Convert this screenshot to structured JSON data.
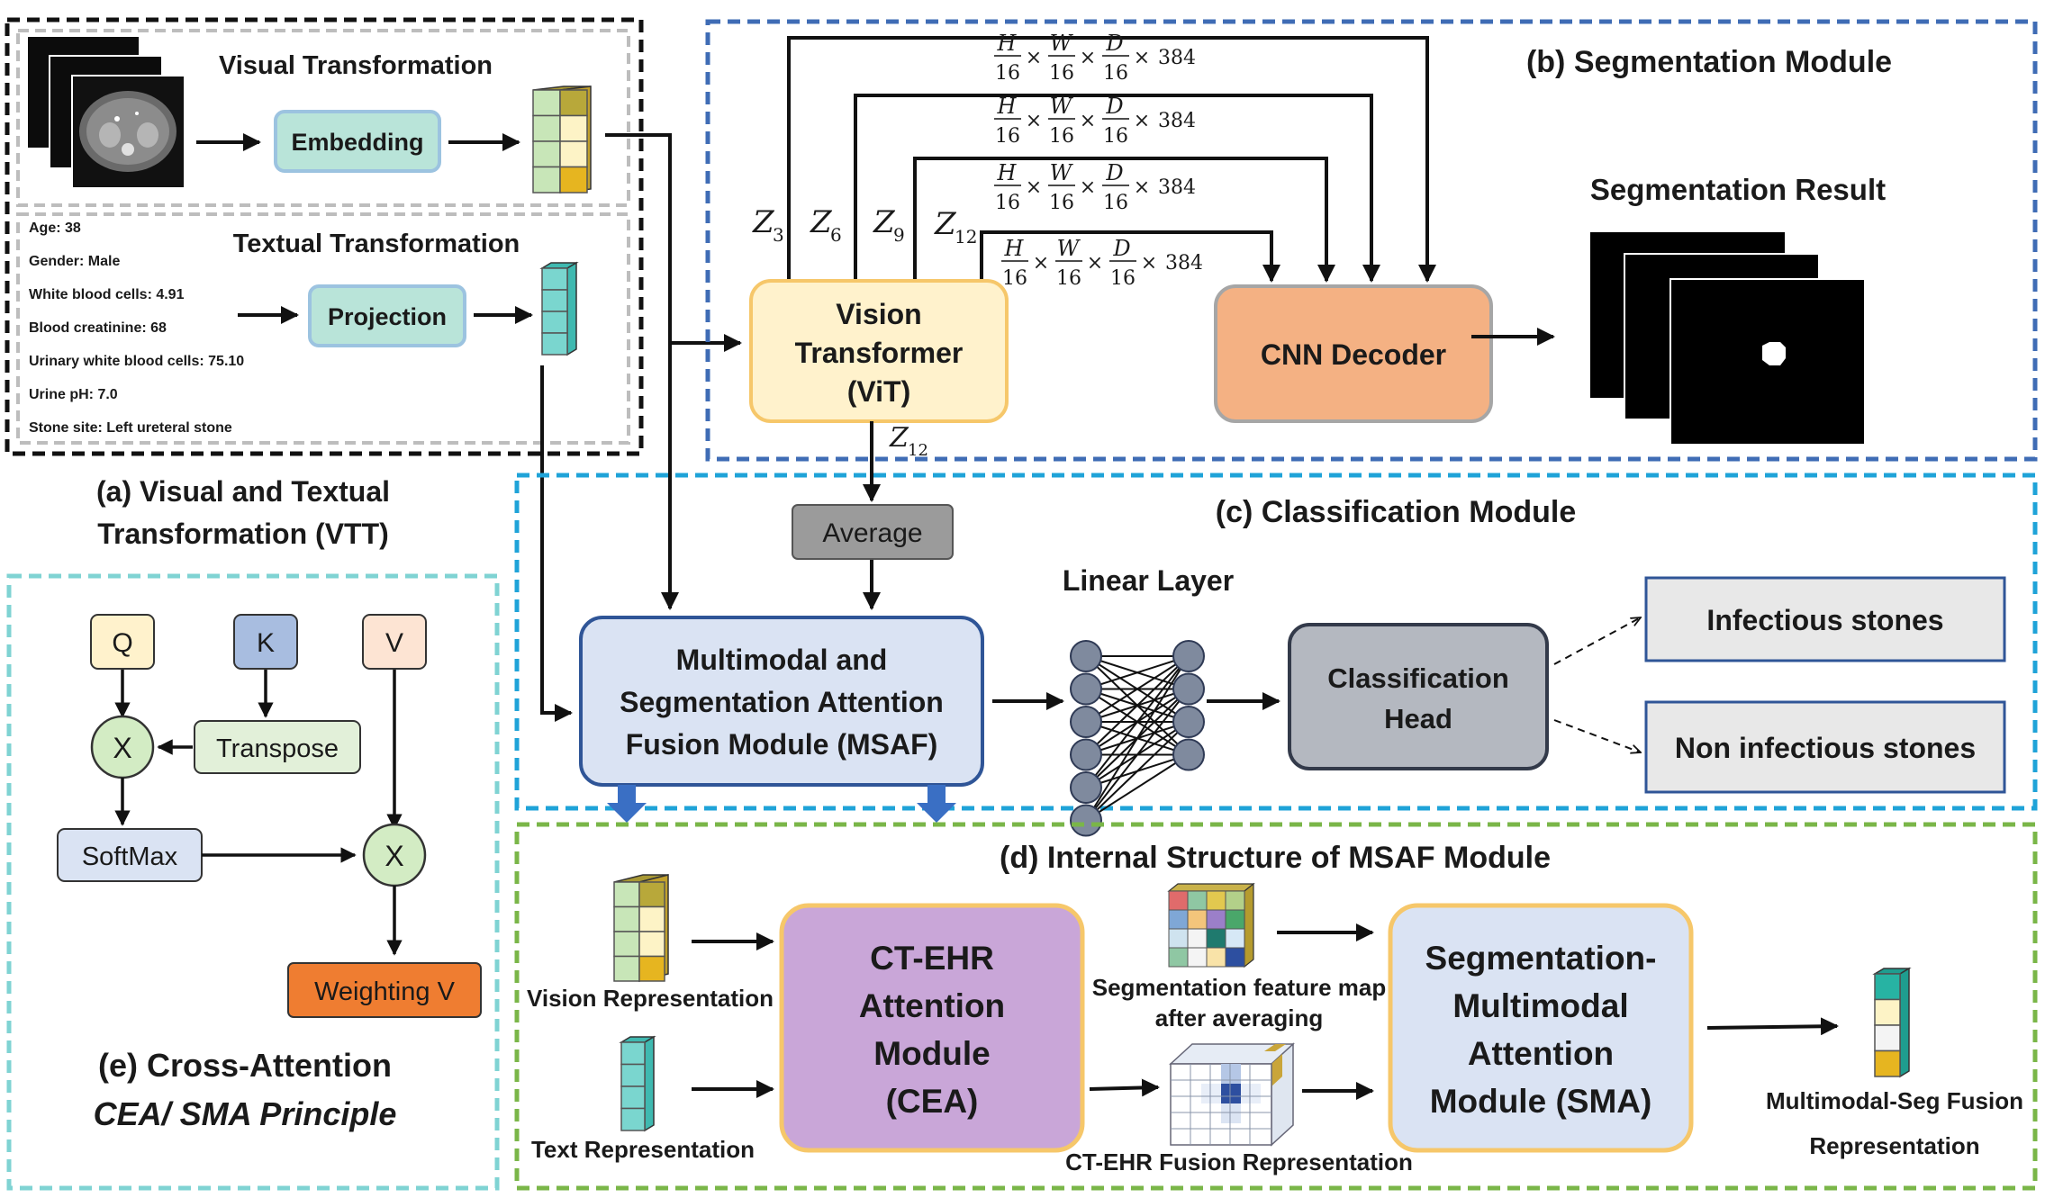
{
  "panel_a": {
    "visual_title": "Visual  Transformation",
    "embedding": "Embedding",
    "textual_title": "Textual Transformation",
    "projection": "Projection",
    "ehr_lines": [
      "Age: 38",
      "Gender: Male",
      "White blood cells: 4.91",
      "Blood creatinine: 68",
      "Urinary white blood cells: 75.10",
      "Urine pH: 7.0",
      "Stone site: Left ureteral stone"
    ],
    "caption_line1": "(a) Visual and Textual",
    "caption_line2": "Transformation (VTT)"
  },
  "panel_b": {
    "title": "(b) Segmentation Module",
    "vit_line1": "Vision",
    "vit_line2": "Transformer",
    "vit_line3": "(ViT)",
    "decoder": "CNN Decoder",
    "result_title": "Segmentation Result",
    "z_labels": [
      "Z",
      "Z",
      "Z",
      "Z"
    ],
    "z_subs": [
      "3",
      "6",
      "9",
      "12"
    ],
    "z_out": "Z",
    "z_out_sub": "12",
    "dim_vars": [
      "H",
      "W",
      "D"
    ],
    "dim_den": "16",
    "dim_times": "×",
    "dim_channels": "384"
  },
  "panel_c": {
    "title": "(c) Classification Module",
    "average": "Average",
    "msaf_line1": "Multimodal and",
    "msaf_line2": "Segmentation Attention",
    "msaf_line3": "Fusion Module (MSAF)",
    "linear": "Linear Layer",
    "head_line1": "Classification",
    "head_line2": "Head",
    "out1": "Infectious stones",
    "out2": "Non infectious stones"
  },
  "panel_d": {
    "title": "(d) Internal Structure of MSAF Module",
    "vision_rep": "Vision Representation",
    "text_rep": "Text Representation",
    "cea_line1": "CT-EHR",
    "cea_line2": "Attention",
    "cea_line3": "Module",
    "cea_line4": "(CEA)",
    "seg_map_line1": "Segmentation feature map",
    "seg_map_line2": "after averaging",
    "fusion_rep": "CT-EHR Fusion Representation",
    "sma_line1": "Segmentation-",
    "sma_line2": "Multimodal",
    "sma_line3": "Attention",
    "sma_line4": "Module (SMA)",
    "out_line1": "Multimodal-Seg Fusion",
    "out_line2": "Representation"
  },
  "panel_e": {
    "q": "Q",
    "k": "K",
    "v": "V",
    "x": "X",
    "transpose": "Transpose",
    "softmax": "SoftMax",
    "weighting": "Weighting V",
    "caption_line1": "(e) Cross-Attention",
    "caption_line2": "CEA/ SMA Principle"
  },
  "colors": {
    "panel_a_border": "#111111",
    "panel_b_border": "#3f6cb5",
    "panel_c_border": "#1fa3d8",
    "panel_d_border": "#7ab648",
    "panel_e_border": "#7fd3d3",
    "embedding_fill": "#b9e4d9",
    "vit_fill": "#fff2cc",
    "vit_stroke": "#f6c76a",
    "decoder_fill": "#f4b183",
    "msaf_fill": "#dae3f3",
    "msaf_stroke": "#2f5597",
    "head_fill": "#b4b8c0",
    "output_fill": "#e8e8e8",
    "cea_fill": "#c9a6d8",
    "sma_fill": "#dae3f3",
    "sma_stroke": "#f6c76a",
    "weighting_fill": "#ef7d31",
    "x_node_fill": "#d3ecc4"
  }
}
